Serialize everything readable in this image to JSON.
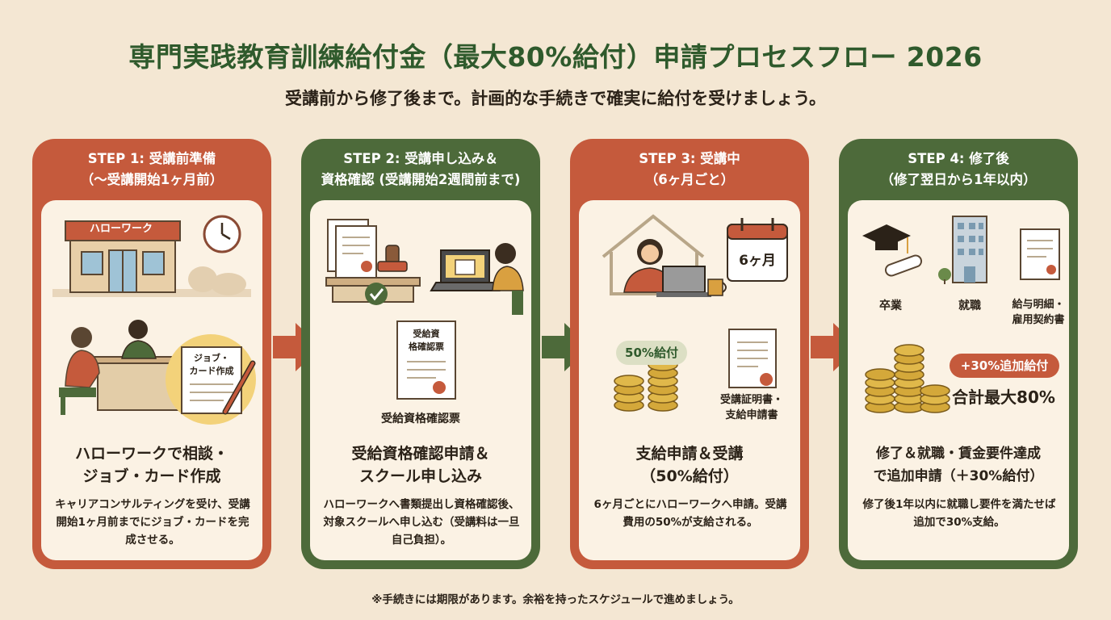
{
  "title": "専門実践教育訓練給付金（最大80%給付）申請プロセスフロー 2026",
  "subtitle": "受講前から修了後まで。計画的な手続きで確実に給付を受けましょう。",
  "colors": {
    "red": "#c55a3c",
    "green": "#4d6a3a",
    "title_green": "#2f5a2c",
    "background": "#f4e7d3"
  },
  "steps": [
    {
      "head_line1": "STEP 1: 受講前準備",
      "head_line2": "（～受講開始1ヶ月前）",
      "sign": "ハローワーク",
      "bubble_line1": "ジョブ・",
      "bubble_line2": "カード作成",
      "main_line1": "ハローワークで相談・",
      "main_line2": "ジョブ・カード作成",
      "desc": "キャリアコンサルティングを受け、受講開始1ヶ月前までにジョブ・カードを完成させる。"
    },
    {
      "head_line1": "STEP 2: 受講申し込み＆",
      "head_line2": "資格確認 (受講開始2週間前まで)",
      "doc_line1": "受給資",
      "doc_line2": "格確認票",
      "doc_caption": "受給資格確認票",
      "main_line1": "受給資格確認申請＆",
      "main_line2": "スクール申し込み",
      "desc": "ハローワークへ書類提出し資格確認後、対象スクールへ申し込む（受講料は一旦自己負担）。"
    },
    {
      "head_line1": "STEP 3: 受講中",
      "head_line2": "（6ヶ月ごと）",
      "calendar": "6ヶ月",
      "badge": "50%給付",
      "doc_line1": "受講証明書・",
      "doc_line2": "支給申請書",
      "main_line1": "支給申請＆受講",
      "main_line2": "（50%給付）",
      "desc": "6ヶ月ごとにハローワークへ申請。受講費用の50%が支給される。"
    },
    {
      "head_line1": "STEP 4: 修了後",
      "head_line2": "（修了翌日から1年以内）",
      "label_grad": "卒業",
      "label_job": "就職",
      "label_doc_line1": "給与明細・",
      "label_doc_line2": "雇用契約書",
      "badge": "+30%追加給付",
      "total": "合計最大80%",
      "main_line1": "修了＆就職・賃金要件達成",
      "main_line2": "で追加申請（＋30%給付）",
      "desc": "修了後1年以内に就職し要件を満たせば追加で30%支給。"
    }
  ],
  "footnote": "※手続きには期限があります。余裕を持ったスケジュールで進めましょう。"
}
